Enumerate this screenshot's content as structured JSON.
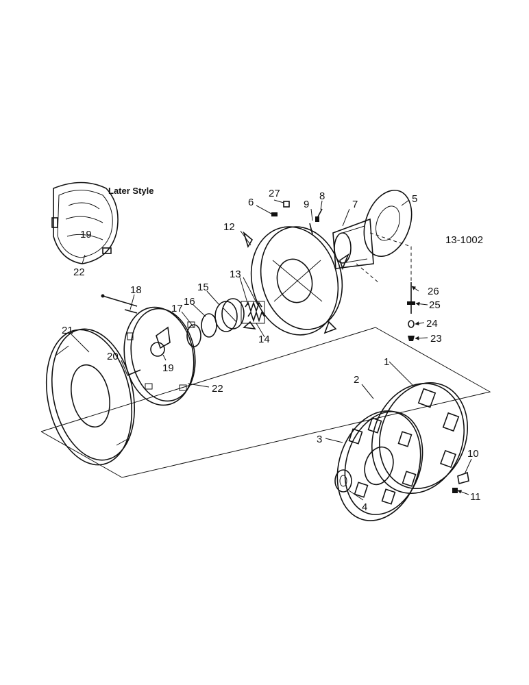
{
  "drawing_number": "13-1002",
  "later_style_note": "Later Style",
  "callouts": {
    "c1": "1",
    "c2": "2",
    "c3": "3",
    "c4": "4",
    "c5": "5",
    "c6": "6",
    "c7": "7",
    "c8": "8",
    "c9": "9",
    "c10": "10",
    "c11": "11",
    "c12": "12",
    "c13": "13",
    "c14": "14",
    "c15": "15",
    "c16": "16",
    "c17": "17",
    "c18": "18",
    "c19_later": "19",
    "c19": "19",
    "c20": "20",
    "c21": "21",
    "c22_later": "22",
    "c22": "22",
    "c23": "23",
    "c24": "24",
    "c25": "25",
    "c26": "26",
    "c27": "27"
  }
}
